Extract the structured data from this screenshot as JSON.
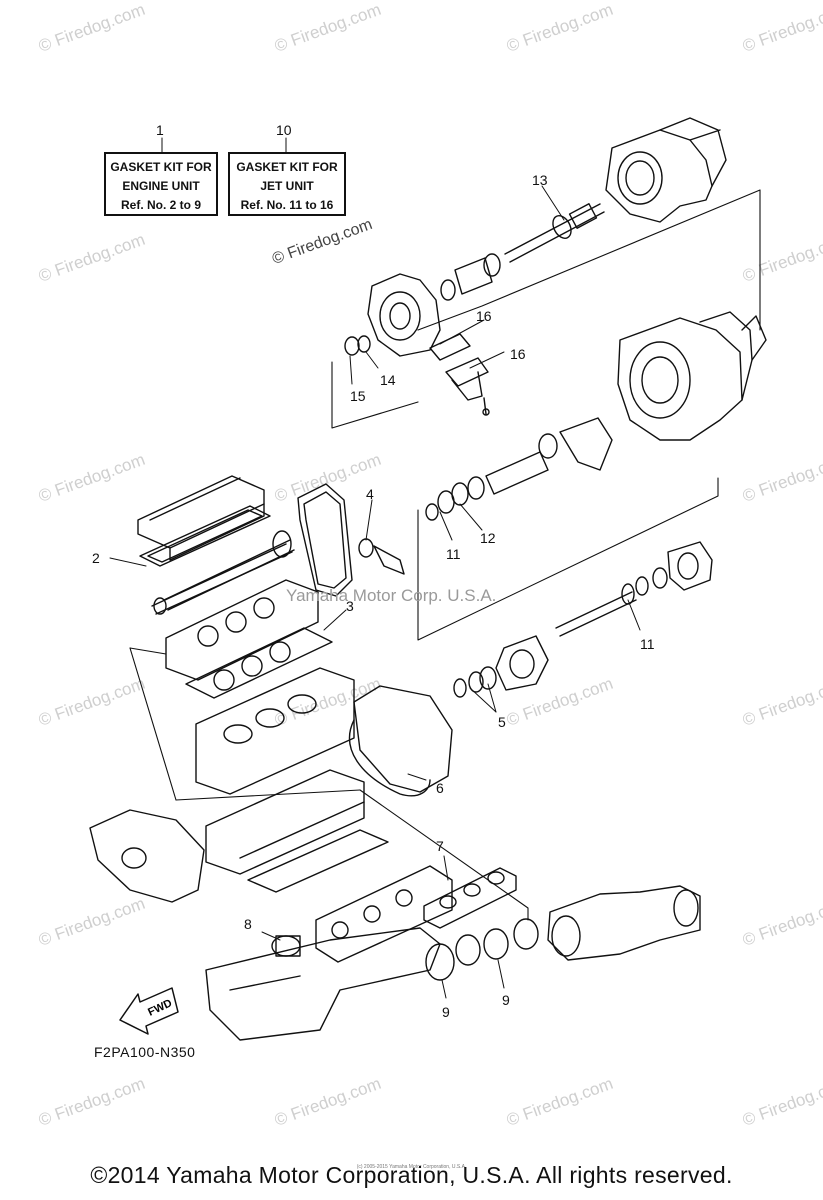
{
  "watermark": {
    "text": "© Firedog.com",
    "center_text": "Yamaha Motor Corp. U.S.A."
  },
  "kit_boxes": [
    {
      "ref_no": "1",
      "line1": "GASKET KIT FOR",
      "line2": "ENGINE UNIT",
      "line3": "Ref. No. 2 to 9"
    },
    {
      "ref_no": "10",
      "line1": "GASKET KIT FOR",
      "line2": "JET UNIT",
      "line3": "Ref. No. 11 to 16"
    }
  ],
  "callouts": [
    "2",
    "3",
    "4",
    "5",
    "6",
    "7",
    "8",
    "9",
    "9",
    "11",
    "11",
    "12",
    "13",
    "14",
    "15",
    "16",
    "16"
  ],
  "fwd_label": "FWD",
  "diagram_code": "F2PA100-N350",
  "small_print": "(c) 2005-2015 Yamaha Motor Corporation, U.S.A.",
  "footer": "©2014 Yamaha Motor Corporation, U.S.A. All rights reserved."
}
